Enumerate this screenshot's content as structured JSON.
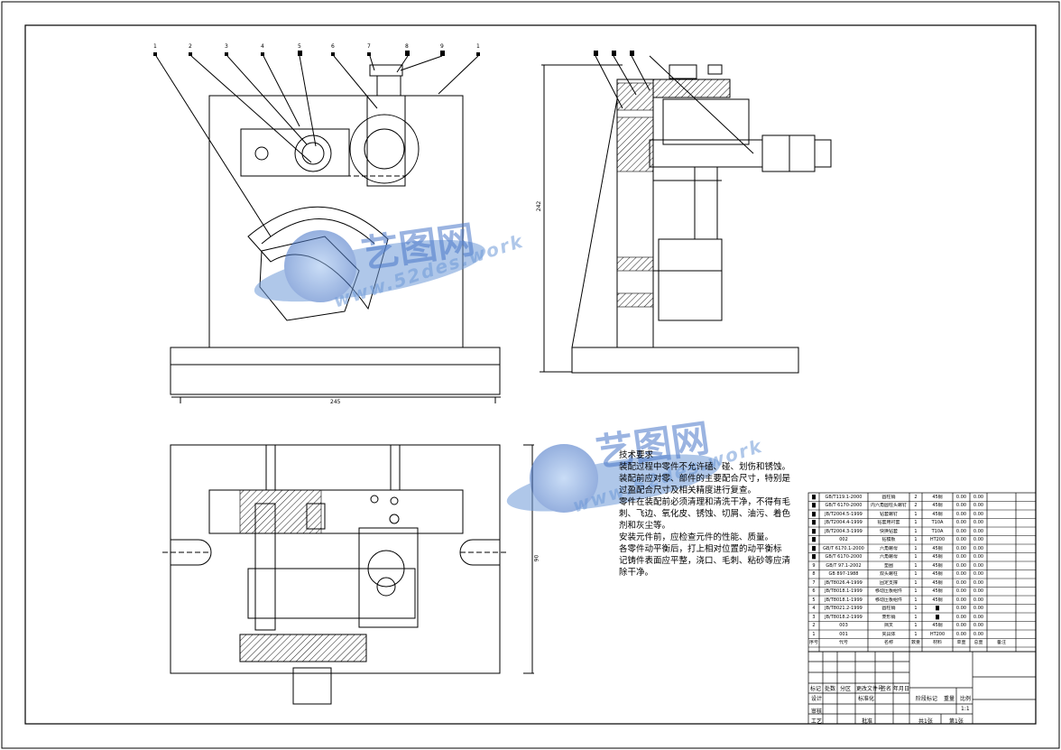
{
  "tech_requirements": {
    "title": "技术要求",
    "lines": [
      "装配过程中零件不允许磕、碰、划伤和锈蚀。",
      "装配前应对零、部件的主要配合尺寸，特别是",
      "过盈配合尺寸及相关精度进行复查。",
      "零件在装配前必须清理和清洗干净，不得有毛",
      "刺、飞边、氧化皮、锈蚀、切屑、油污、着色",
      "剂和灰尘等。",
      "安装元件前，应检查元件的性能、质量。",
      "各零件动平衡后，打上相对位置的动平衡标",
      "记铸件表面应平整，浇口、毛刺、粘砂等应清",
      "除干净。"
    ]
  },
  "watermarks": {
    "brand": "艺图网",
    "url": "www.52des.work"
  },
  "parts_list": {
    "rows": [
      [
        "█",
        "GB/T119.1-2000",
        "圆柱销",
        "2",
        "45钢",
        "0.00",
        "0.00",
        ""
      ],
      [
        "█",
        "GB/T 6170-2000",
        "内六角圆柱头螺钉",
        "2",
        "45钢",
        "0.00",
        "0.00",
        ""
      ],
      [
        "█",
        "JB/T2004.5-1999",
        "钻套螺钉",
        "1",
        "45钢",
        "0.00",
        "0.00",
        ""
      ],
      [
        "█",
        "JB/T2004.4-1999",
        "钻套用衬套",
        "1",
        "T10A",
        "0.00",
        "0.00",
        ""
      ],
      [
        "█",
        "JB/T2004.3-1999",
        "快换钻套",
        "1",
        "T10A",
        "0.00",
        "0.00",
        ""
      ],
      [
        "█",
        "002",
        "钻模板",
        "1",
        "HT200",
        "0.00",
        "0.00",
        ""
      ],
      [
        "█",
        "GB/T 6170.1-2000",
        "六角螺母",
        "1",
        "45钢",
        "0.00",
        "0.00",
        ""
      ],
      [
        "█",
        "GB/T 6170-2000",
        "六角螺母",
        "1",
        "45钢",
        "0.00",
        "0.00",
        ""
      ],
      [
        "9",
        "GB/T 97.1-2002",
        "垫圈",
        "1",
        "45钢",
        "0.00",
        "0.00",
        ""
      ],
      [
        "8",
        "GB 897-1988",
        "双头螺柱",
        "1",
        "45钢",
        "0.00",
        "0.00",
        ""
      ],
      [
        "7",
        "JB/T8026.4-1999",
        "固定支撑",
        "1",
        "45钢",
        "0.00",
        "0.00",
        ""
      ],
      [
        "6",
        "JB/T8018.1-1999",
        "移动压板组件",
        "1",
        "45钢",
        "0.00",
        "0.00",
        ""
      ],
      [
        "5",
        "JB/T8018.1-1999",
        "移动压板组件",
        "1",
        "45钢",
        "0.00",
        "0.00",
        ""
      ],
      [
        "4",
        "JB/T8021.2-1999",
        "圆柱销",
        "1",
        "█",
        "0.00",
        "0.00",
        ""
      ],
      [
        "3",
        "JB/T8018.2-1999",
        "菱形销",
        "1",
        "█",
        "0.00",
        "0.00",
        ""
      ],
      [
        "2",
        "003",
        "挡叉",
        "1",
        "45钢",
        "0.00",
        "0.00",
        ""
      ],
      [
        "1",
        "001",
        "夹具体",
        "1",
        "HT200",
        "0.00",
        "0.00",
        ""
      ]
    ],
    "headers": [
      "序号",
      "代号",
      "名称",
      "数量",
      "材料",
      "单重",
      "总重",
      "备注"
    ]
  },
  "title_block": {
    "row1": [
      "标记",
      "处数",
      "分区",
      "更改文件号",
      "签名",
      "年月日"
    ],
    "row2": [
      "设计",
      "",
      "",
      "标准化",
      "",
      ""
    ],
    "row3": [
      "审核",
      "",
      "",
      "",
      "",
      ""
    ],
    "row4": [
      "工艺",
      "",
      "",
      "批准",
      "",
      ""
    ],
    "stage_labels": [
      "阶段标记",
      "重量",
      "比例"
    ],
    "scale": "1:1",
    "sheets_total": "共1张",
    "sheet_current": "第1张"
  },
  "dimensions": {
    "front_width": "245",
    "side_height": "242",
    "top_height": "90"
  },
  "balloons_front": [
    "1",
    "2",
    "3",
    "4",
    "5",
    "6",
    "7",
    "8",
    "9",
    "1"
  ],
  "colors": {
    "line": "#000000",
    "hatch": "#000000",
    "watermark": "#4a78c9"
  }
}
